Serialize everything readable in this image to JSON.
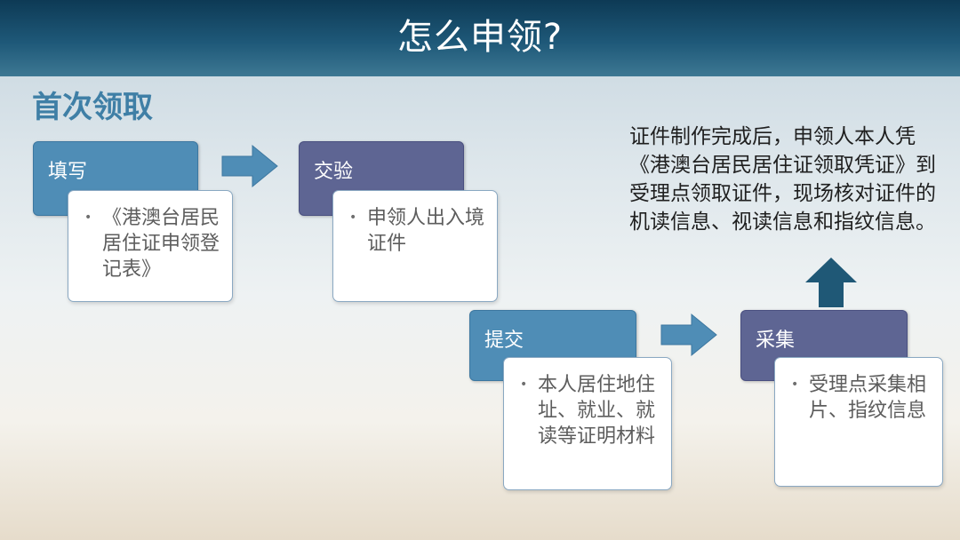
{
  "header": {
    "title": "怎么申领?"
  },
  "section": {
    "title": "首次领取"
  },
  "steps": [
    {
      "label": "填写",
      "detail": "《港澳台居民居住证申领登记表》"
    },
    {
      "label": "交验",
      "detail": "申领人出入境证件"
    },
    {
      "label": "提交",
      "detail": "本人居住地住址、就业、就读等证明材料"
    },
    {
      "label": "采集",
      "detail": "受理点采集相片、指纹信息"
    }
  ],
  "note": {
    "text": "证件制作完成后，申领人本人凭《港澳台居民居住证领取凭证》到受理点领取证件，现场核对证件的机读信息、视读信息和指纹信息。"
  },
  "colors": {
    "banner": "#1e5878",
    "heading": "#3f7fa6",
    "step_blue": "#4f8db6",
    "step_purple": "#5e6593",
    "arrow_blue": "#4f8db6",
    "arrow_up": "#1f5876"
  }
}
